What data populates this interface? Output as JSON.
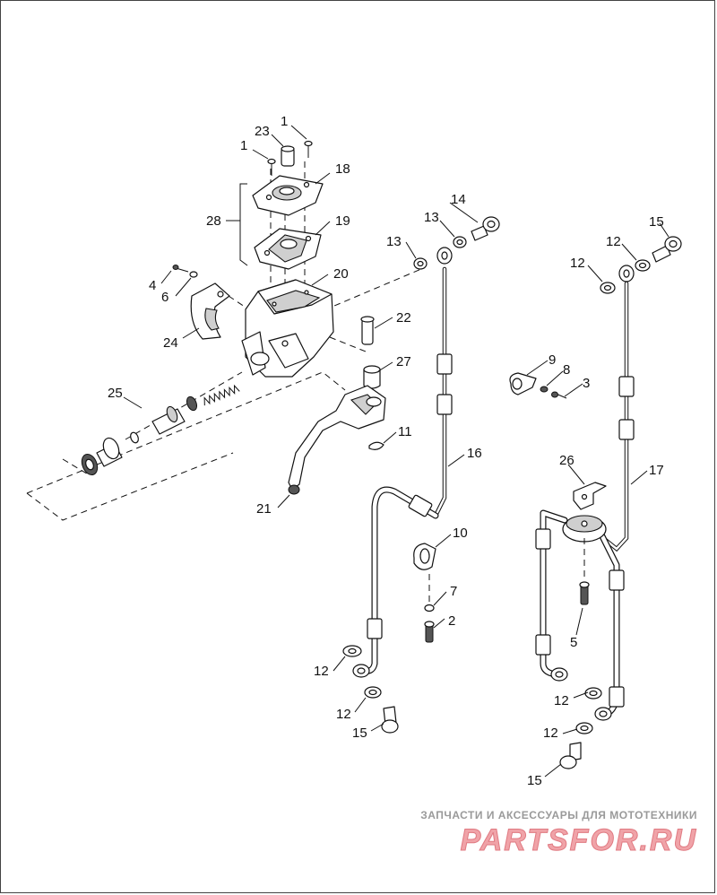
{
  "callouts": [
    {
      "id": "c1a",
      "text": "1"
    },
    {
      "id": "c1b",
      "text": "1"
    },
    {
      "id": "c23",
      "text": "23"
    },
    {
      "id": "c18",
      "text": "18"
    },
    {
      "id": "c28",
      "text": "28"
    },
    {
      "id": "c19",
      "text": "19"
    },
    {
      "id": "c4",
      "text": "4"
    },
    {
      "id": "c6",
      "text": "6"
    },
    {
      "id": "c20",
      "text": "20"
    },
    {
      "id": "c22",
      "text": "22"
    },
    {
      "id": "c24",
      "text": "24"
    },
    {
      "id": "c27",
      "text": "27"
    },
    {
      "id": "c25",
      "text": "25"
    },
    {
      "id": "c11",
      "text": "11"
    },
    {
      "id": "c21",
      "text": "21"
    },
    {
      "id": "c14",
      "text": "14"
    },
    {
      "id": "c13a",
      "text": "13"
    },
    {
      "id": "c13b",
      "text": "13"
    },
    {
      "id": "c16",
      "text": "16"
    },
    {
      "id": "c10",
      "text": "10"
    },
    {
      "id": "c7",
      "text": "7"
    },
    {
      "id": "c2",
      "text": "2"
    },
    {
      "id": "c12a",
      "text": "12"
    },
    {
      "id": "c12b",
      "text": "12"
    },
    {
      "id": "c15a",
      "text": "15"
    },
    {
      "id": "c15b",
      "text": "15"
    },
    {
      "id": "c12c",
      "text": "12"
    },
    {
      "id": "c12d",
      "text": "12"
    },
    {
      "id": "c9",
      "text": "9"
    },
    {
      "id": "c8",
      "text": "8"
    },
    {
      "id": "c3",
      "text": "3"
    },
    {
      "id": "c26",
      "text": "26"
    },
    {
      "id": "c17",
      "text": "17"
    },
    {
      "id": "c5",
      "text": "5"
    },
    {
      "id": "c12e",
      "text": "12"
    },
    {
      "id": "c12f",
      "text": "12"
    },
    {
      "id": "c15c",
      "text": "15"
    }
  ],
  "watermark": {
    "tagline": "ЗАПЧАСТИ И АКСЕССУАРЫ ДЛЯ МОТОТЕХНИКИ",
    "brand": "PARTSFOR.RU"
  }
}
